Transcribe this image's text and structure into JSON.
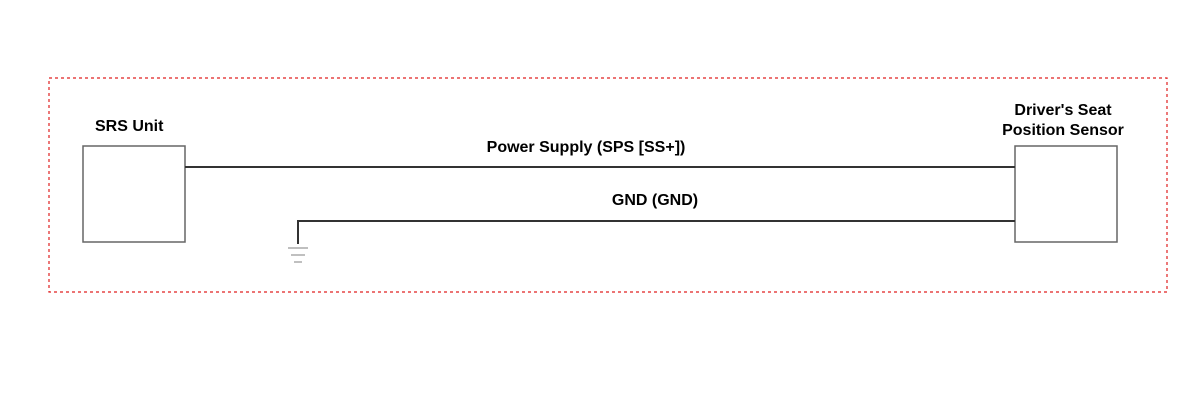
{
  "components": {
    "srs_unit": {
      "label": "SRS Unit"
    },
    "seat_sensor": {
      "label_line1": "Driver's Seat",
      "label_line2": "Position Sensor"
    }
  },
  "wires": {
    "power": {
      "label": "Power Supply (SPS [SS+])"
    },
    "ground": {
      "label": "GND (GND)"
    }
  },
  "colors": {
    "boundary": "#e02020",
    "wire": "#333333",
    "box": "#666666",
    "ground_symbol": "#aaaaaa"
  },
  "icons": {
    "ground": "ground-icon"
  }
}
